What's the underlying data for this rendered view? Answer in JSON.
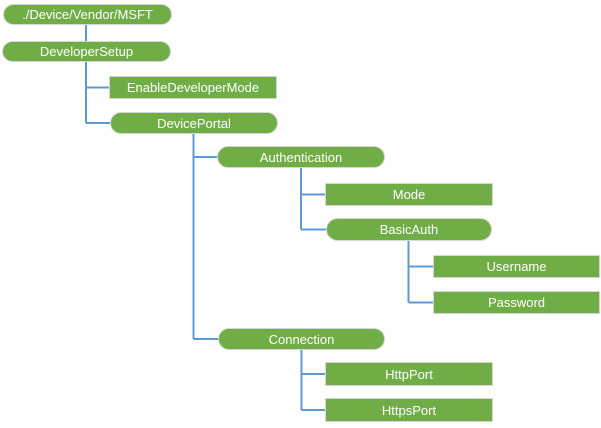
{
  "diagram": {
    "type": "tree",
    "description": "Hierarchy tree of green nodes connected by blue elbow lines; rounded (pill) nodes are interior nodes, rectangular nodes are leaf settings"
  },
  "colors": {
    "node_fill": "#70ad47",
    "node_border": "#d6d6d6",
    "node_text": "#ffffff",
    "connector": "#5b9bd5",
    "background": "#ffffff"
  },
  "tree": {
    "nodes": [
      {
        "id": "root",
        "label": "./Device/Vendor/MSFT",
        "shape": "pill",
        "parent": null
      },
      {
        "id": "developer-setup",
        "label": "DeveloperSetup",
        "shape": "pill",
        "parent": "root"
      },
      {
        "id": "enable-developer-mode",
        "label": "EnableDeveloperMode",
        "shape": "rect",
        "parent": "developer-setup"
      },
      {
        "id": "device-portal",
        "label": "DevicePortal",
        "shape": "pill",
        "parent": "developer-setup"
      },
      {
        "id": "authentication",
        "label": "Authentication",
        "shape": "pill",
        "parent": "device-portal"
      },
      {
        "id": "mode",
        "label": "Mode",
        "shape": "rect",
        "parent": "authentication"
      },
      {
        "id": "basic-auth",
        "label": "BasicAuth",
        "shape": "pill",
        "parent": "authentication"
      },
      {
        "id": "username",
        "label": "Username",
        "shape": "rect",
        "parent": "basic-auth"
      },
      {
        "id": "password",
        "label": "Password",
        "shape": "rect",
        "parent": "basic-auth"
      },
      {
        "id": "connection",
        "label": "Connection",
        "shape": "pill",
        "parent": "device-portal"
      },
      {
        "id": "http-port",
        "label": "HttpPort",
        "shape": "rect",
        "parent": "connection"
      },
      {
        "id": "https-port",
        "label": "HttpsPort",
        "shape": "rect",
        "parent": "connection"
      }
    ]
  }
}
